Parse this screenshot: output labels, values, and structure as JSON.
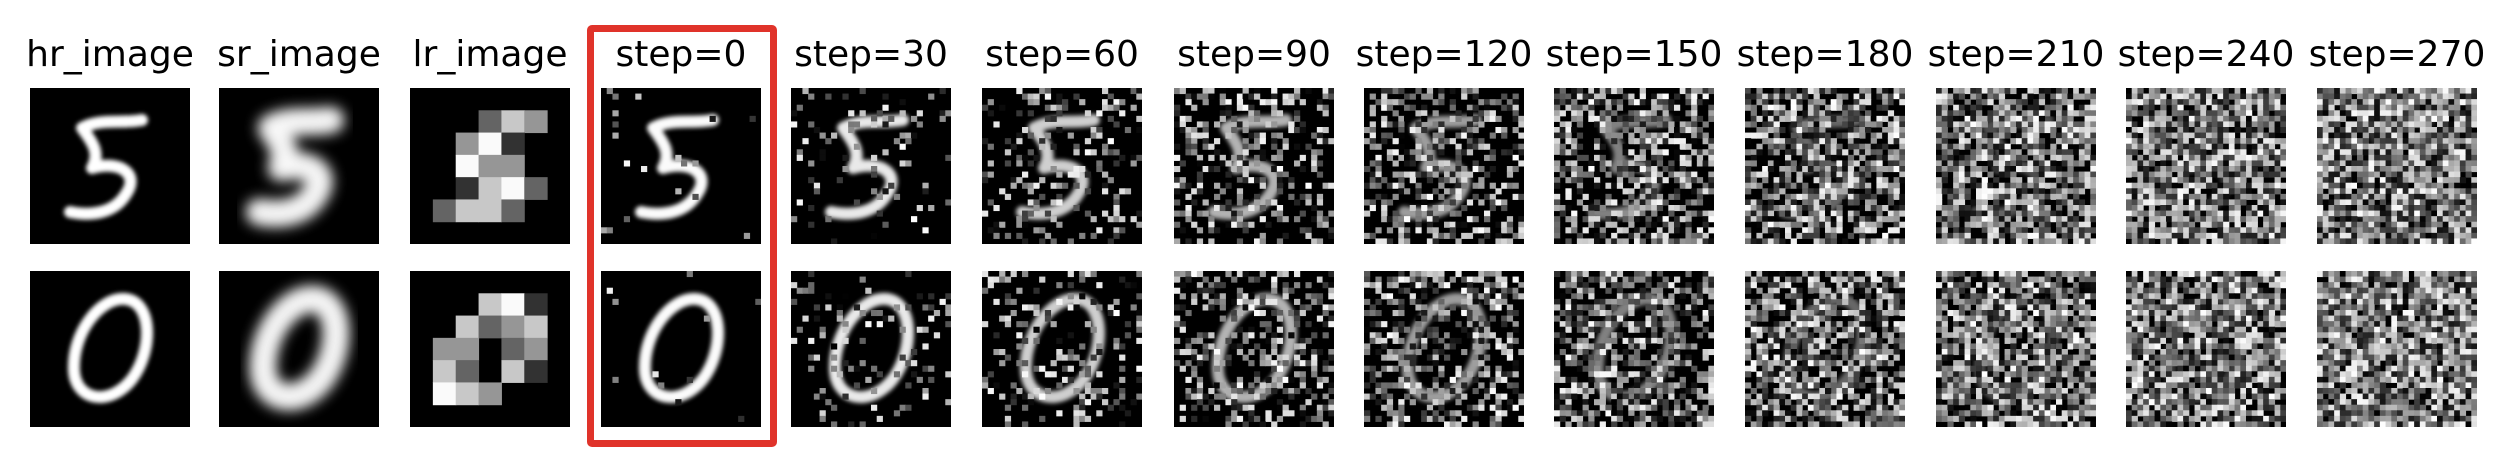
{
  "columns": [
    {
      "key": "hr",
      "label": "hr_image"
    },
    {
      "key": "sr",
      "label": "sr_image"
    },
    {
      "key": "lr",
      "label": "lr_image"
    },
    {
      "key": "s0",
      "label": "step=0",
      "noise": 0.02
    },
    {
      "key": "s30",
      "label": "step=30",
      "noise": 0.1
    },
    {
      "key": "s60",
      "label": "step=60",
      "noise": 0.22
    },
    {
      "key": "s90",
      "label": "step=90",
      "noise": 0.35
    },
    {
      "key": "s120",
      "label": "step=120",
      "noise": 0.45
    },
    {
      "key": "s150",
      "label": "step=150",
      "noise": 0.58
    },
    {
      "key": "s180",
      "label": "step=180",
      "noise": 0.7
    },
    {
      "key": "s210",
      "label": "step=210",
      "noise": 0.82
    },
    {
      "key": "s240",
      "label": "step=240",
      "noise": 0.9
    },
    {
      "key": "s270",
      "label": "step=270",
      "noise": 0.96
    }
  ],
  "rows": [
    "digit-5",
    "digit-0"
  ],
  "highlighted_column": "step=0",
  "highlight_color": "#e0332a"
}
